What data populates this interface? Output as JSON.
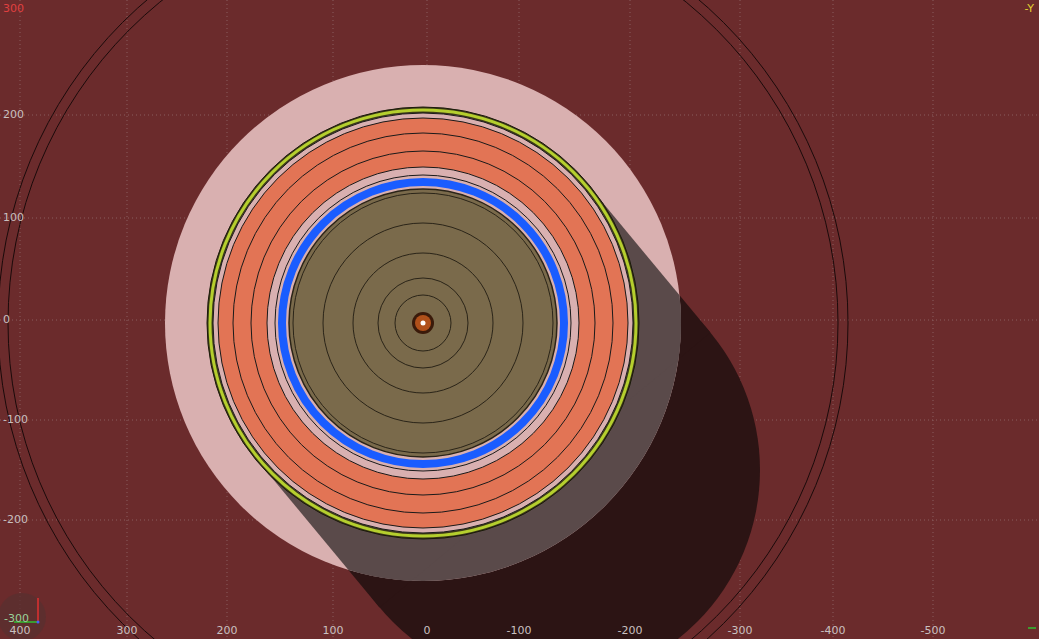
{
  "diagram": {
    "labels": [
      "300",
      "200",
      "100",
      "0",
      "-100",
      "-200",
      "-300",
      "400",
      "300",
      "200",
      "100",
      "0",
      "-100",
      "-200",
      "-300",
      "-400",
      "-500",
      "-Y"
    ]
  }
}
